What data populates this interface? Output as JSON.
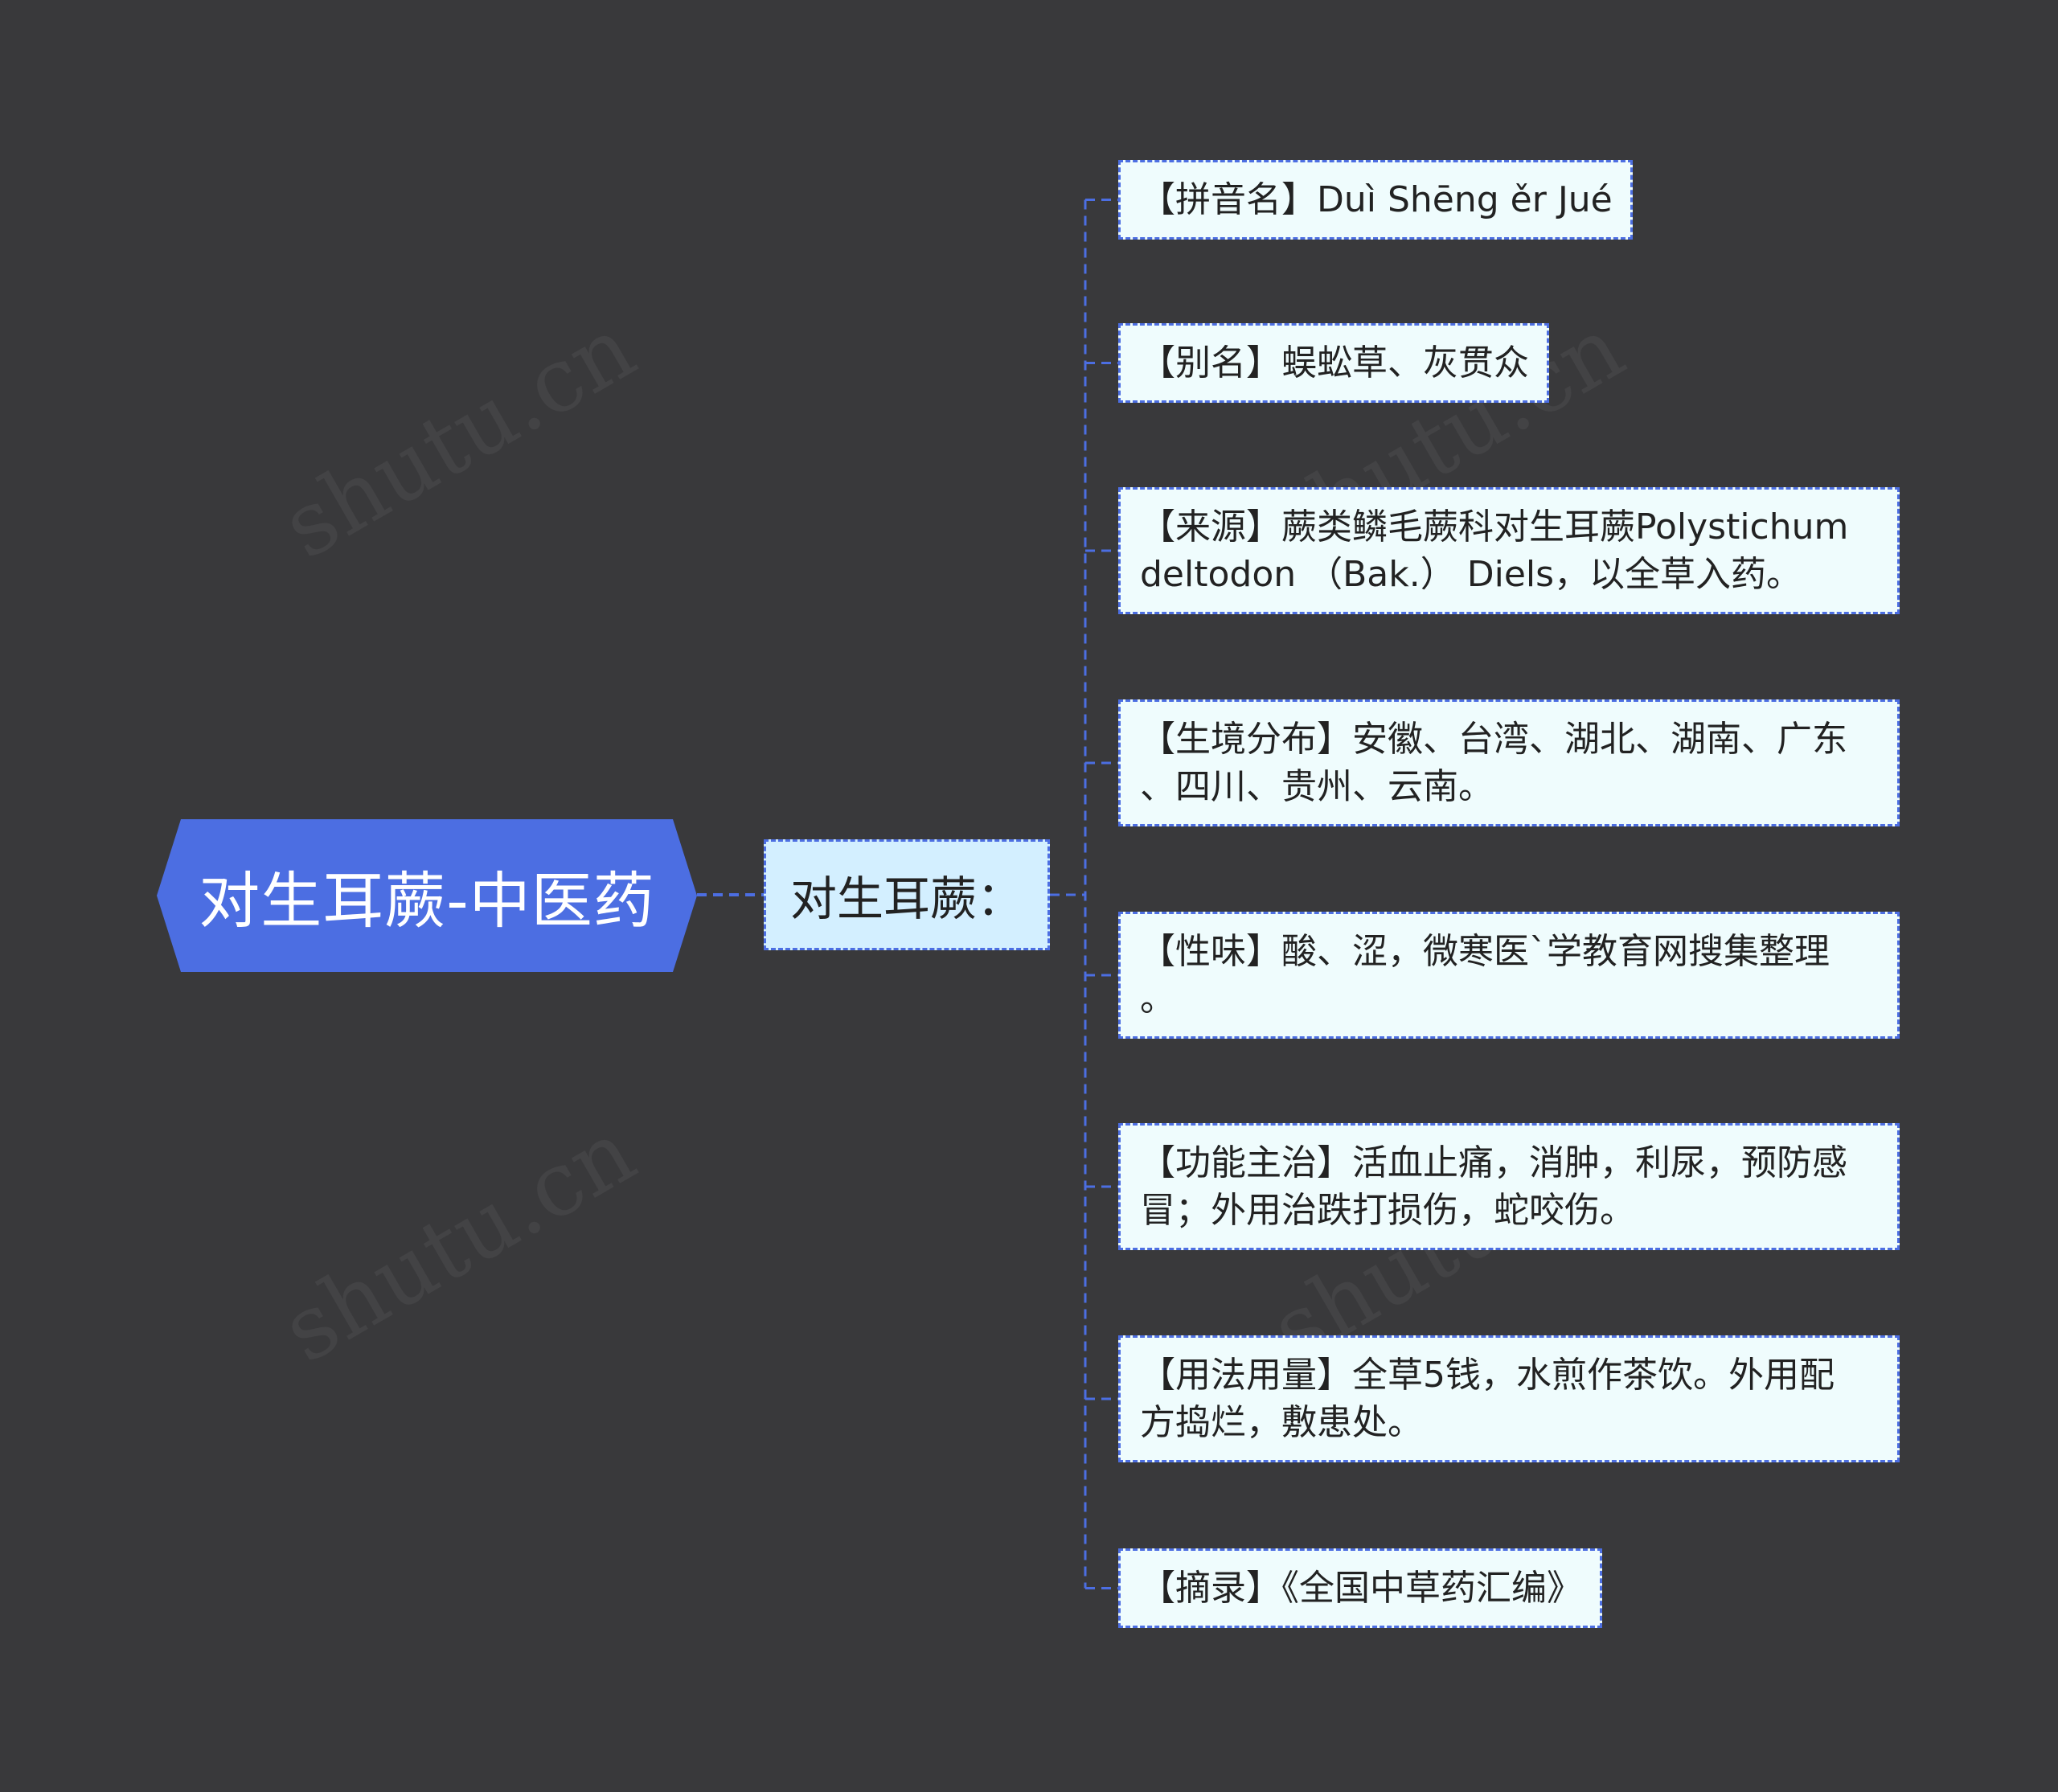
{
  "root": {
    "label": "对生耳蕨-中医药"
  },
  "subtopic": {
    "label": "对生耳蕨："
  },
  "leaves": [
    {
      "lines": [
        "【拼音名】Duì Shēng ěr Jué"
      ]
    },
    {
      "lines": [
        "【别名】蜈蚣草、灰贯众"
      ]
    },
    {
      "lines": [
        "【来源】蕨类鳞毛蕨科对生耳蕨Polystichum",
        "deltodon （Bak.） Diels，以全草入药。"
      ]
    },
    {
      "lines": [
        "【生境分布】安徽、台湾、湖北、湖南、广东",
        "、四川、贵州、云南。"
      ]
    },
    {
      "lines": [
        "【性味】酸、涩，微寒医`学教育网搜集整理",
        "。"
      ]
    },
    {
      "lines": [
        "【功能主治】活血止痛，消肿，利尿，预防感",
        "冒；外用治跌打损伤，蛇咬伤。"
      ]
    },
    {
      "lines": [
        "【用法用量】全草5钱，水煎作茶饮。外用配",
        "方捣烂，敷患处。"
      ]
    },
    {
      "lines": [
        "【摘录】《全国中草药汇编》"
      ]
    }
  ],
  "colors": {
    "background": "#39393b",
    "root_fill": "#4c6ee2",
    "subtopic_fill": "#d3efff",
    "leaf_fill": "#effcfd",
    "connector": "#4c6ee2"
  }
}
